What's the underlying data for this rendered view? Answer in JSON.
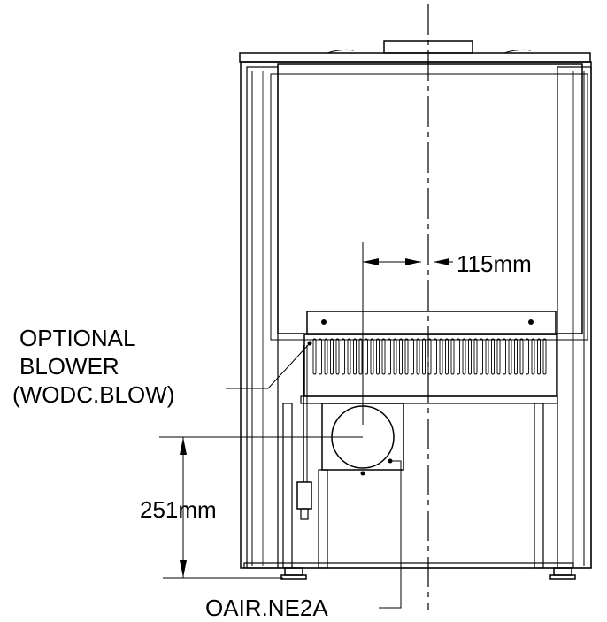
{
  "labels": {
    "blower_line1": "OPTIONAL",
    "blower_line2": "BLOWER",
    "blower_line3": "(WODC.BLOW)",
    "offset_dim": "115mm",
    "height_dim": "251mm",
    "outside_air_part": "OAIR.NE2A"
  },
  "colors": {
    "line": "#000000",
    "background": "#ffffff"
  }
}
